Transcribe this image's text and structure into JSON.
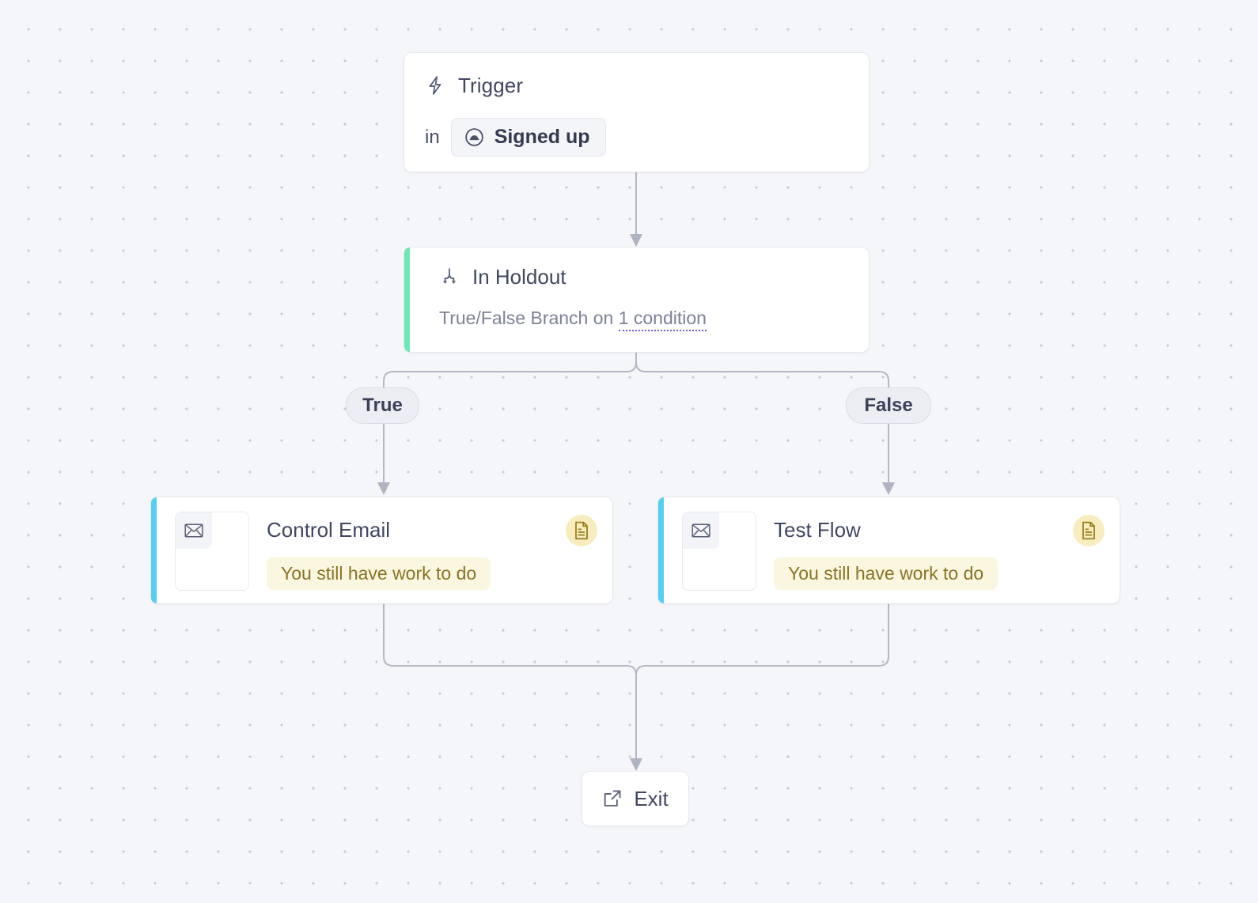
{
  "canvas": {
    "background_color": "#f5f6f9",
    "dot_color": "#c7c9d4",
    "edge_color": "#b4b7c4"
  },
  "nodes": {
    "trigger": {
      "icon": "lightning-bolt-icon",
      "title": "Trigger",
      "prefix_label": "in",
      "chip": {
        "icon": "cloud-circle-icon",
        "label": "Signed up"
      }
    },
    "holdout": {
      "icon": "branch-fork-icon",
      "title": "In Holdout",
      "subtitle_prefix": "True/False Branch on ",
      "subtitle_link": "1 condition",
      "accent_color": "#6ee7b7"
    },
    "control_email": {
      "icon": "envelope-icon",
      "title": "Control Email",
      "warning": "You still have work to do",
      "badge_icon": "document-icon",
      "accent_color": "#56d0f2"
    },
    "test_flow": {
      "icon": "envelope-icon",
      "title": "Test Flow",
      "warning": "You still have work to do",
      "badge_icon": "document-icon",
      "accent_color": "#56d0f2"
    },
    "exit": {
      "icon": "external-link-icon",
      "title": "Exit"
    }
  },
  "branches": {
    "true_label": "True",
    "false_label": "False"
  }
}
